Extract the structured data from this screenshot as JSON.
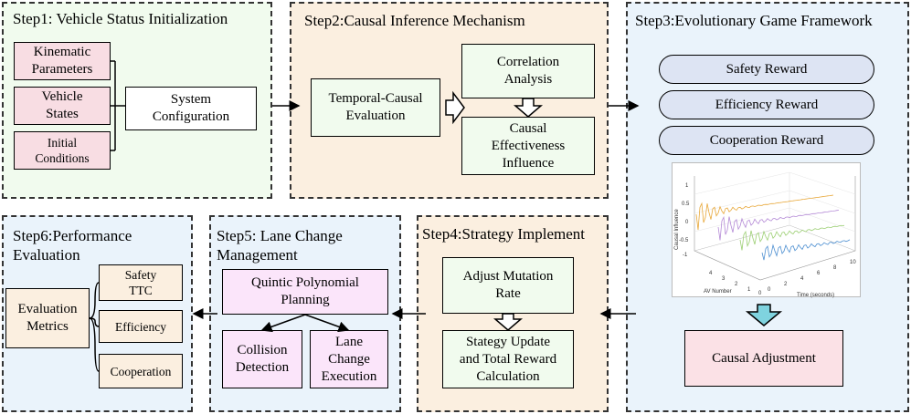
{
  "step1": {
    "title": "Step1: Vehicle Status Initialization",
    "inputs": [
      "Kinematic\nParameters",
      "Vehicle\nStates",
      "Initial\nConditions"
    ],
    "system": "System\nConfiguration"
  },
  "step2": {
    "title": "Step2:Causal Inference Mechanism",
    "temporal": "Temporal-Causal\nEvaluation",
    "correlation": "Correlation\nAnalysis",
    "causal": "Causal\nEffectiveness\nInfluence"
  },
  "step3": {
    "title": "Step3:Evolutionary Game Framework",
    "rewards": [
      "Safety Reward",
      "Efficiency Reward",
      "Cooperation Reward"
    ],
    "adjustment": "Causal Adjustment",
    "plot": {
      "zlabel": "Causal Influence",
      "xlabel": "AV Number",
      "ylabel": "Time (seconds)",
      "z_ticks": [
        "1",
        "0.5",
        "0",
        "-0.5",
        "-1"
      ],
      "av_ticks": [
        "4",
        "3",
        "2",
        "1",
        "0"
      ],
      "time_ticks": [
        "0",
        "2",
        "4",
        "6",
        "8",
        "10"
      ],
      "series_colors": [
        "#e8a83a",
        "#b48ad6",
        "#9ccf73",
        "#4d8fd1"
      ]
    }
  },
  "step4": {
    "title": "Step4:Strategy Implement",
    "mutation": "Adjust Mutation\nRate",
    "update": "Stategy Update\nand Total Reward\nCalculation"
  },
  "step5": {
    "title": "Step5: Lane Change\nManagement",
    "quintic": "Quintic Polynomial\nPlanning",
    "collision": "Collision\nDetection",
    "lane": "Lane\nChange\nExecution"
  },
  "step6": {
    "title": "Step6:Performance\nEvaluation",
    "metrics": "Evaluation\nMetrics",
    "items": [
      "Safety\nTTC",
      "Efficiency",
      "Cooperation"
    ]
  }
}
